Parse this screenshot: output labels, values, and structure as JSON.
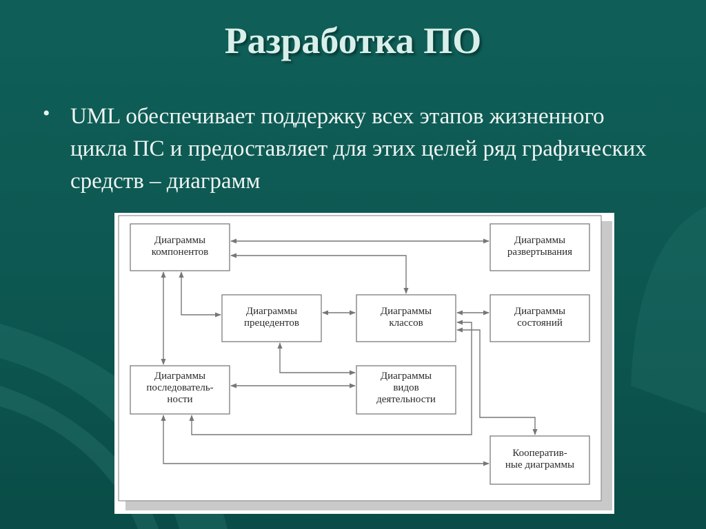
{
  "slide": {
    "title": "Разработка ПО",
    "bullet_text": "UML обеспечивает поддержку всех этапов жизненного цикла ПС и предоставляет для этих целей ряд графических средств – диаграмм"
  },
  "diagram": {
    "nodes": {
      "components": [
        "Диаграммы",
        "компонентов"
      ],
      "deployment": [
        "Диаграммы",
        "развертывания"
      ],
      "use_cases": [
        "Диаграммы",
        "прецедентов"
      ],
      "classes": [
        "Диаграммы",
        "классов"
      ],
      "states": [
        "Диаграммы",
        "состояний"
      ],
      "sequence": [
        "Диаграммы",
        "последователь-",
        "ности"
      ],
      "activity": [
        "Диаграммы",
        "видов",
        "деятельности"
      ],
      "collaboration": [
        "Кооператив-",
        "ные диаграммы"
      ]
    }
  },
  "colors": {
    "background": "#0d5751",
    "title": "#d9efe9",
    "text": "#eef5f3",
    "line": "#777777"
  }
}
